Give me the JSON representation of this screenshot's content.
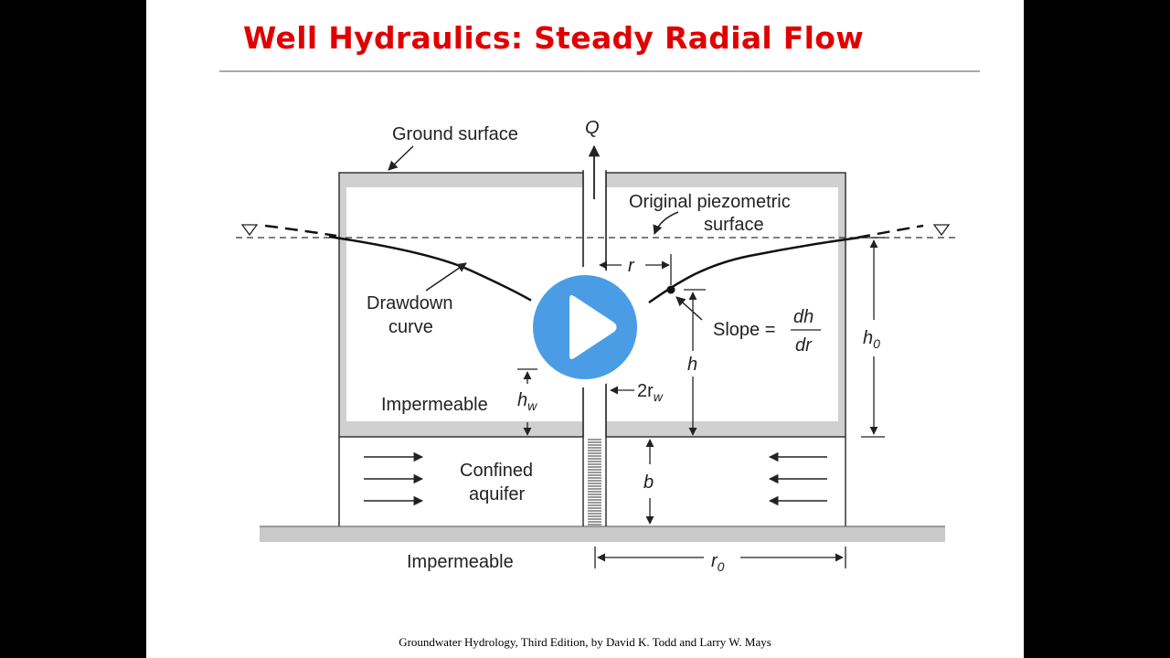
{
  "slide": {
    "title": "Well Hydraulics:  Steady Radial Flow",
    "citation": "Groundwater Hydrology,  Third Edition,  by David K. Todd and Larry W. Mays"
  },
  "diagram": {
    "labels": {
      "q": "Q",
      "ground_surface": "Ground surface",
      "original_piezometric_line1": "Original piezometric",
      "original_piezometric_line2": "surface",
      "r": "r",
      "drawdown_line1": "Drawdown",
      "drawdown_line2": "curve",
      "slope": "Slope =",
      "slope_num": "dh",
      "slope_den": "dr",
      "h0": "h",
      "h0_sub": "0",
      "h": "h",
      "hw": "h",
      "hw_sub": "w",
      "two_rw": "2r",
      "two_rw_sub": "w",
      "impermeable_upper": "Impermeable",
      "b": "b",
      "confined_line1": "Confined",
      "confined_line2": "aquifer",
      "impermeable_lower": "Impermeable",
      "r0": "r",
      "r0_sub": "0"
    }
  },
  "player": {
    "icon": "play-icon",
    "color": "#4a9de5"
  }
}
